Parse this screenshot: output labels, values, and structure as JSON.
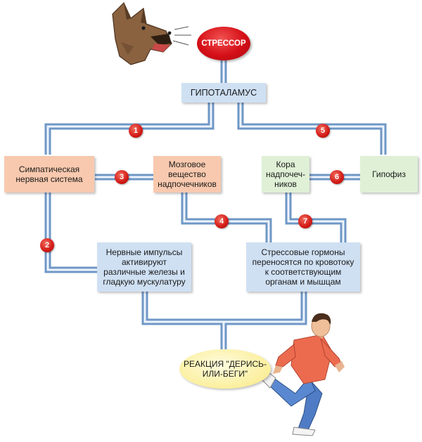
{
  "stressor": {
    "label": "СТРЕССОР"
  },
  "hypothalamus": {
    "label": "ГИПОТАЛАМУС"
  },
  "sympathetic": {
    "line1": "Симпатическая",
    "line2": "нервная система"
  },
  "medulla": {
    "line1": "Мозговое",
    "line2": "вещество",
    "line3": "надпочечников"
  },
  "cortex": {
    "line1": "Кора",
    "line2": "надпочеч-",
    "line3": "ников"
  },
  "pituitary": {
    "label": "Гипофиз"
  },
  "impulses": {
    "line1": "Нервные импульсы",
    "line2": "активируют",
    "line3": "различные железы и",
    "line4": "гладкую мускулатуру"
  },
  "hormones": {
    "line1": "Стрессовые гормоны",
    "line2": "переносятся по кровотоку",
    "line3": "к соответствующим",
    "line4": "органам и мышцам"
  },
  "reaction": {
    "line1": "РЕАКЦИЯ",
    "line2": "\"ДЕРИСЬ-ИЛИ-БЕГИ\""
  },
  "steps": [
    "1",
    "2",
    "3",
    "4",
    "5",
    "6",
    "7"
  ],
  "colors": {
    "pipe": "#7da3cf",
    "pipe_core": "#e9f1fb",
    "blue_box": "#cfe0f3",
    "salmon_box": "#f8c9ae",
    "green_box": "#dff0d6",
    "stressor_red": "#d50f17",
    "reaction_yellow": "#fbef9c"
  },
  "icons": [
    "dog-head-illustration",
    "running-man-illustration"
  ]
}
